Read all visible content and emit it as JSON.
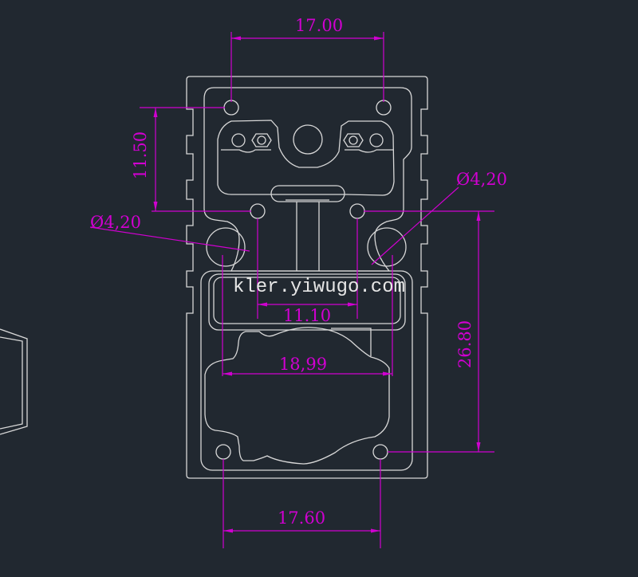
{
  "drawing": {
    "colors": {
      "background": "#212830",
      "outline": "#d8d8d8",
      "dimension": "#d000d0"
    },
    "dimensions": {
      "top_hole_spacing": "17.00",
      "top_vertical": "11.50",
      "right_diameter": "Ø4,20",
      "left_diameter": "Ø4,20",
      "inner_spacing": "11.10",
      "window_width": "18,99",
      "right_vertical": "26.80",
      "bottom_hole_spacing": "17.60"
    },
    "watermark": "kler.yiwugo.com"
  }
}
